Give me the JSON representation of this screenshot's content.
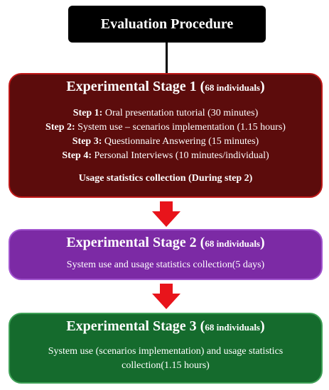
{
  "title": "Evaluation Procedure",
  "stage1": {
    "title": "Experimental Stage 1 (",
    "individuals": "68 individuals",
    "close": ")",
    "steps": [
      {
        "label": "Step 1:",
        "text": " Oral presentation tutorial (30 minutes)"
      },
      {
        "label": "Step 2:",
        "text": " System use – scenarios implementation (1.15 hours)"
      },
      {
        "label": "Step 3:",
        "text": " Questionnaire Answering (15 minutes)"
      },
      {
        "label": "Step 4:",
        "text": " Personal Interviews (10 minutes/individual)"
      }
    ],
    "usage": "Usage statistics collection (During step 2)"
  },
  "stage2": {
    "title": "Experimental Stage 2 (",
    "individuals": "68 individuals",
    "close": ")",
    "description": "System use and usage statistics collection(5 days)"
  },
  "stage3": {
    "title": "Experimental Stage 3 (",
    "individuals": "68 individuals",
    "close": ")",
    "description_line1": "System use (scenarios implementation) and usage statistics",
    "description_line2": "collection(1.15 hours)"
  },
  "colors": {
    "stage1_fill": "#5c0c0c",
    "stage2_fill": "#7c2aa5",
    "stage3_fill": "#156b2d",
    "arrow": "#e8141b"
  },
  "icons": [
    "arrow-down-icon"
  ]
}
